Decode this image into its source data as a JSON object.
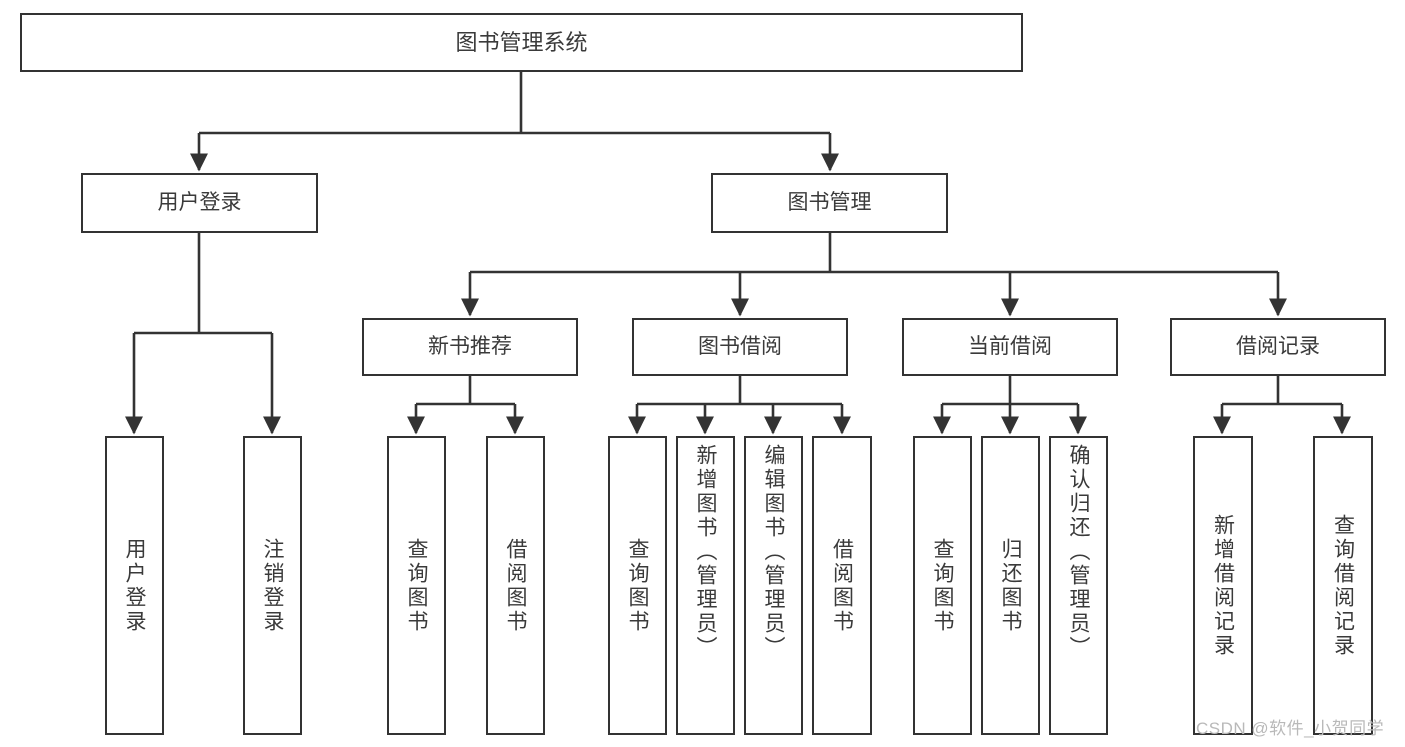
{
  "diagram": {
    "type": "tree",
    "title": "图书管理系统",
    "orientation": "top-down",
    "colors": {
      "box_border": "#333333",
      "box_fill": "#ffffff",
      "text": "#3a3a3a",
      "connector": "#333333",
      "watermark": "#b9b9b9",
      "background": "#ffffff"
    },
    "root": {
      "label": "图书管理系统"
    },
    "level2": {
      "user_login": "用户登录",
      "book_manage": "图书管理"
    },
    "level3": {
      "new_book_recommend": "新书推荐",
      "book_borrow": "图书借阅",
      "current_borrow": "当前借阅",
      "borrow_record": "借阅记录"
    },
    "leaves": {
      "user_login_children": [
        "用户登录",
        "注销登录"
      ],
      "new_book_recommend_children": [
        "查询图书",
        "借阅图书"
      ],
      "book_borrow_children": [
        "查询图书",
        "新增图书（管理员）",
        "编辑图书（管理员）",
        "借阅图书"
      ],
      "current_borrow_children": [
        "查询图书",
        "归还图书",
        "确认归还（管理员）"
      ],
      "borrow_record_children": [
        "新增借阅记录",
        "查询借阅记录"
      ]
    }
  },
  "watermark": {
    "text": "CSDN @软件_小贺同学"
  }
}
